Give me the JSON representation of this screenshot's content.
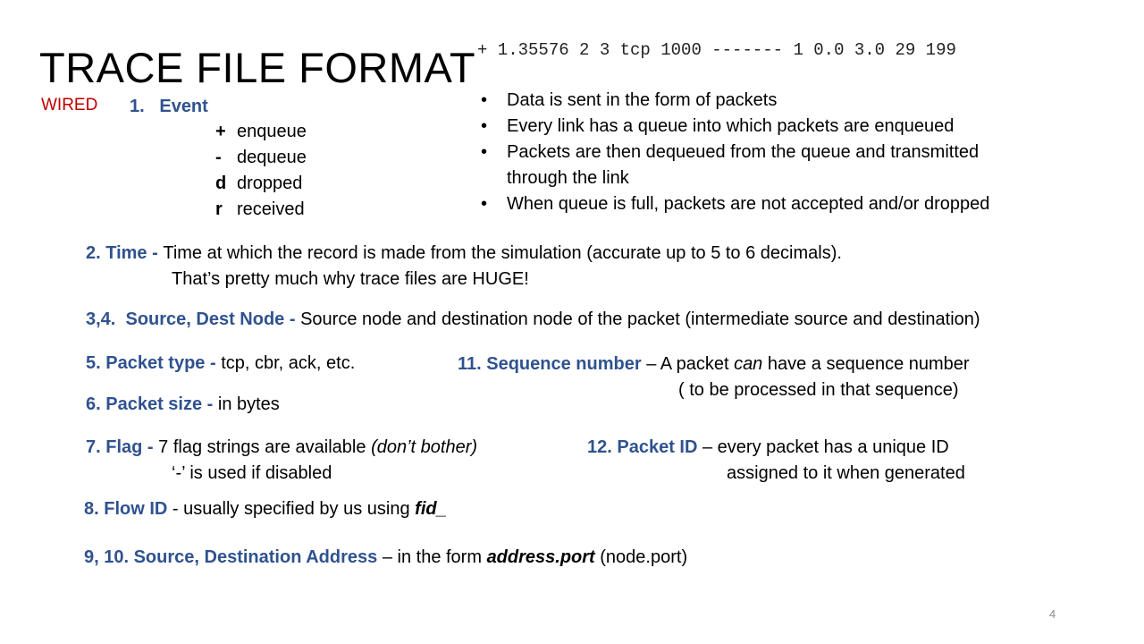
{
  "title": "TRACE FILE FORMAT",
  "tag": "WIRED",
  "trace_line": "+ 1.35576 2 3 tcp 1000 ------- 1 0.0 3.0 29 199",
  "event": {
    "heading": "1.   Event",
    "items": [
      {
        "symbol": "+",
        "label": "enqueue"
      },
      {
        "symbol": "-",
        "label": "dequeue"
      },
      {
        "symbol": "d",
        "label": "dropped"
      },
      {
        "symbol": "r",
        "label": "received"
      }
    ]
  },
  "bullets": [
    "Data is sent in the form of packets",
    "Every link has a queue into which packets are enqueued",
    "Packets are then dequeued from the queue and transmitted through the link",
    "When queue is full, packets are not accepted and/or dropped"
  ],
  "time": {
    "label": "2. Time",
    "sep": " - ",
    "text": "Time at which the record is made from the simulation (accurate up to 5 to 6 decimals).",
    "text2": "That’s pretty much why trace files are HUGE!"
  },
  "nodes": {
    "label": "3,4.  Source, Dest Node",
    "sep": " - ",
    "text": "Source node and destination node of the packet (intermediate source and destination)"
  },
  "ptype": {
    "label": "5. Packet type",
    "sep": " - ",
    "text": "tcp, cbr, ack, etc."
  },
  "psize": {
    "label": "6. Packet size",
    "sep": " - ",
    "text": "in bytes"
  },
  "flag": {
    "label": "7. Flag",
    "sep": " - ",
    "text": "7 flag strings are available ",
    "italic": "(don’t bother)",
    "text2": "‘-’ is used if disabled"
  },
  "flow": {
    "label": "8. Flow ID",
    "sep": " - ",
    "text": "usually specified by us using ",
    "code": "fid_"
  },
  "addr": {
    "label": "9, 10. Source, Destination Address",
    "sep": " – ",
    "text": "in the form ",
    "code": "address.port",
    "text_after": " (node.port)"
  },
  "seq": {
    "label": "11. Sequence number",
    "sep": " – ",
    "text_before": "A packet ",
    "italic": "can",
    "text_after": " have a sequence number",
    "text2": "( to be processed in that sequence)"
  },
  "pid": {
    "label": "12. Packet ID",
    "sep": " – ",
    "text": "every packet has a unique ID",
    "text2": "assigned to it when generated"
  },
  "page_number": "4"
}
